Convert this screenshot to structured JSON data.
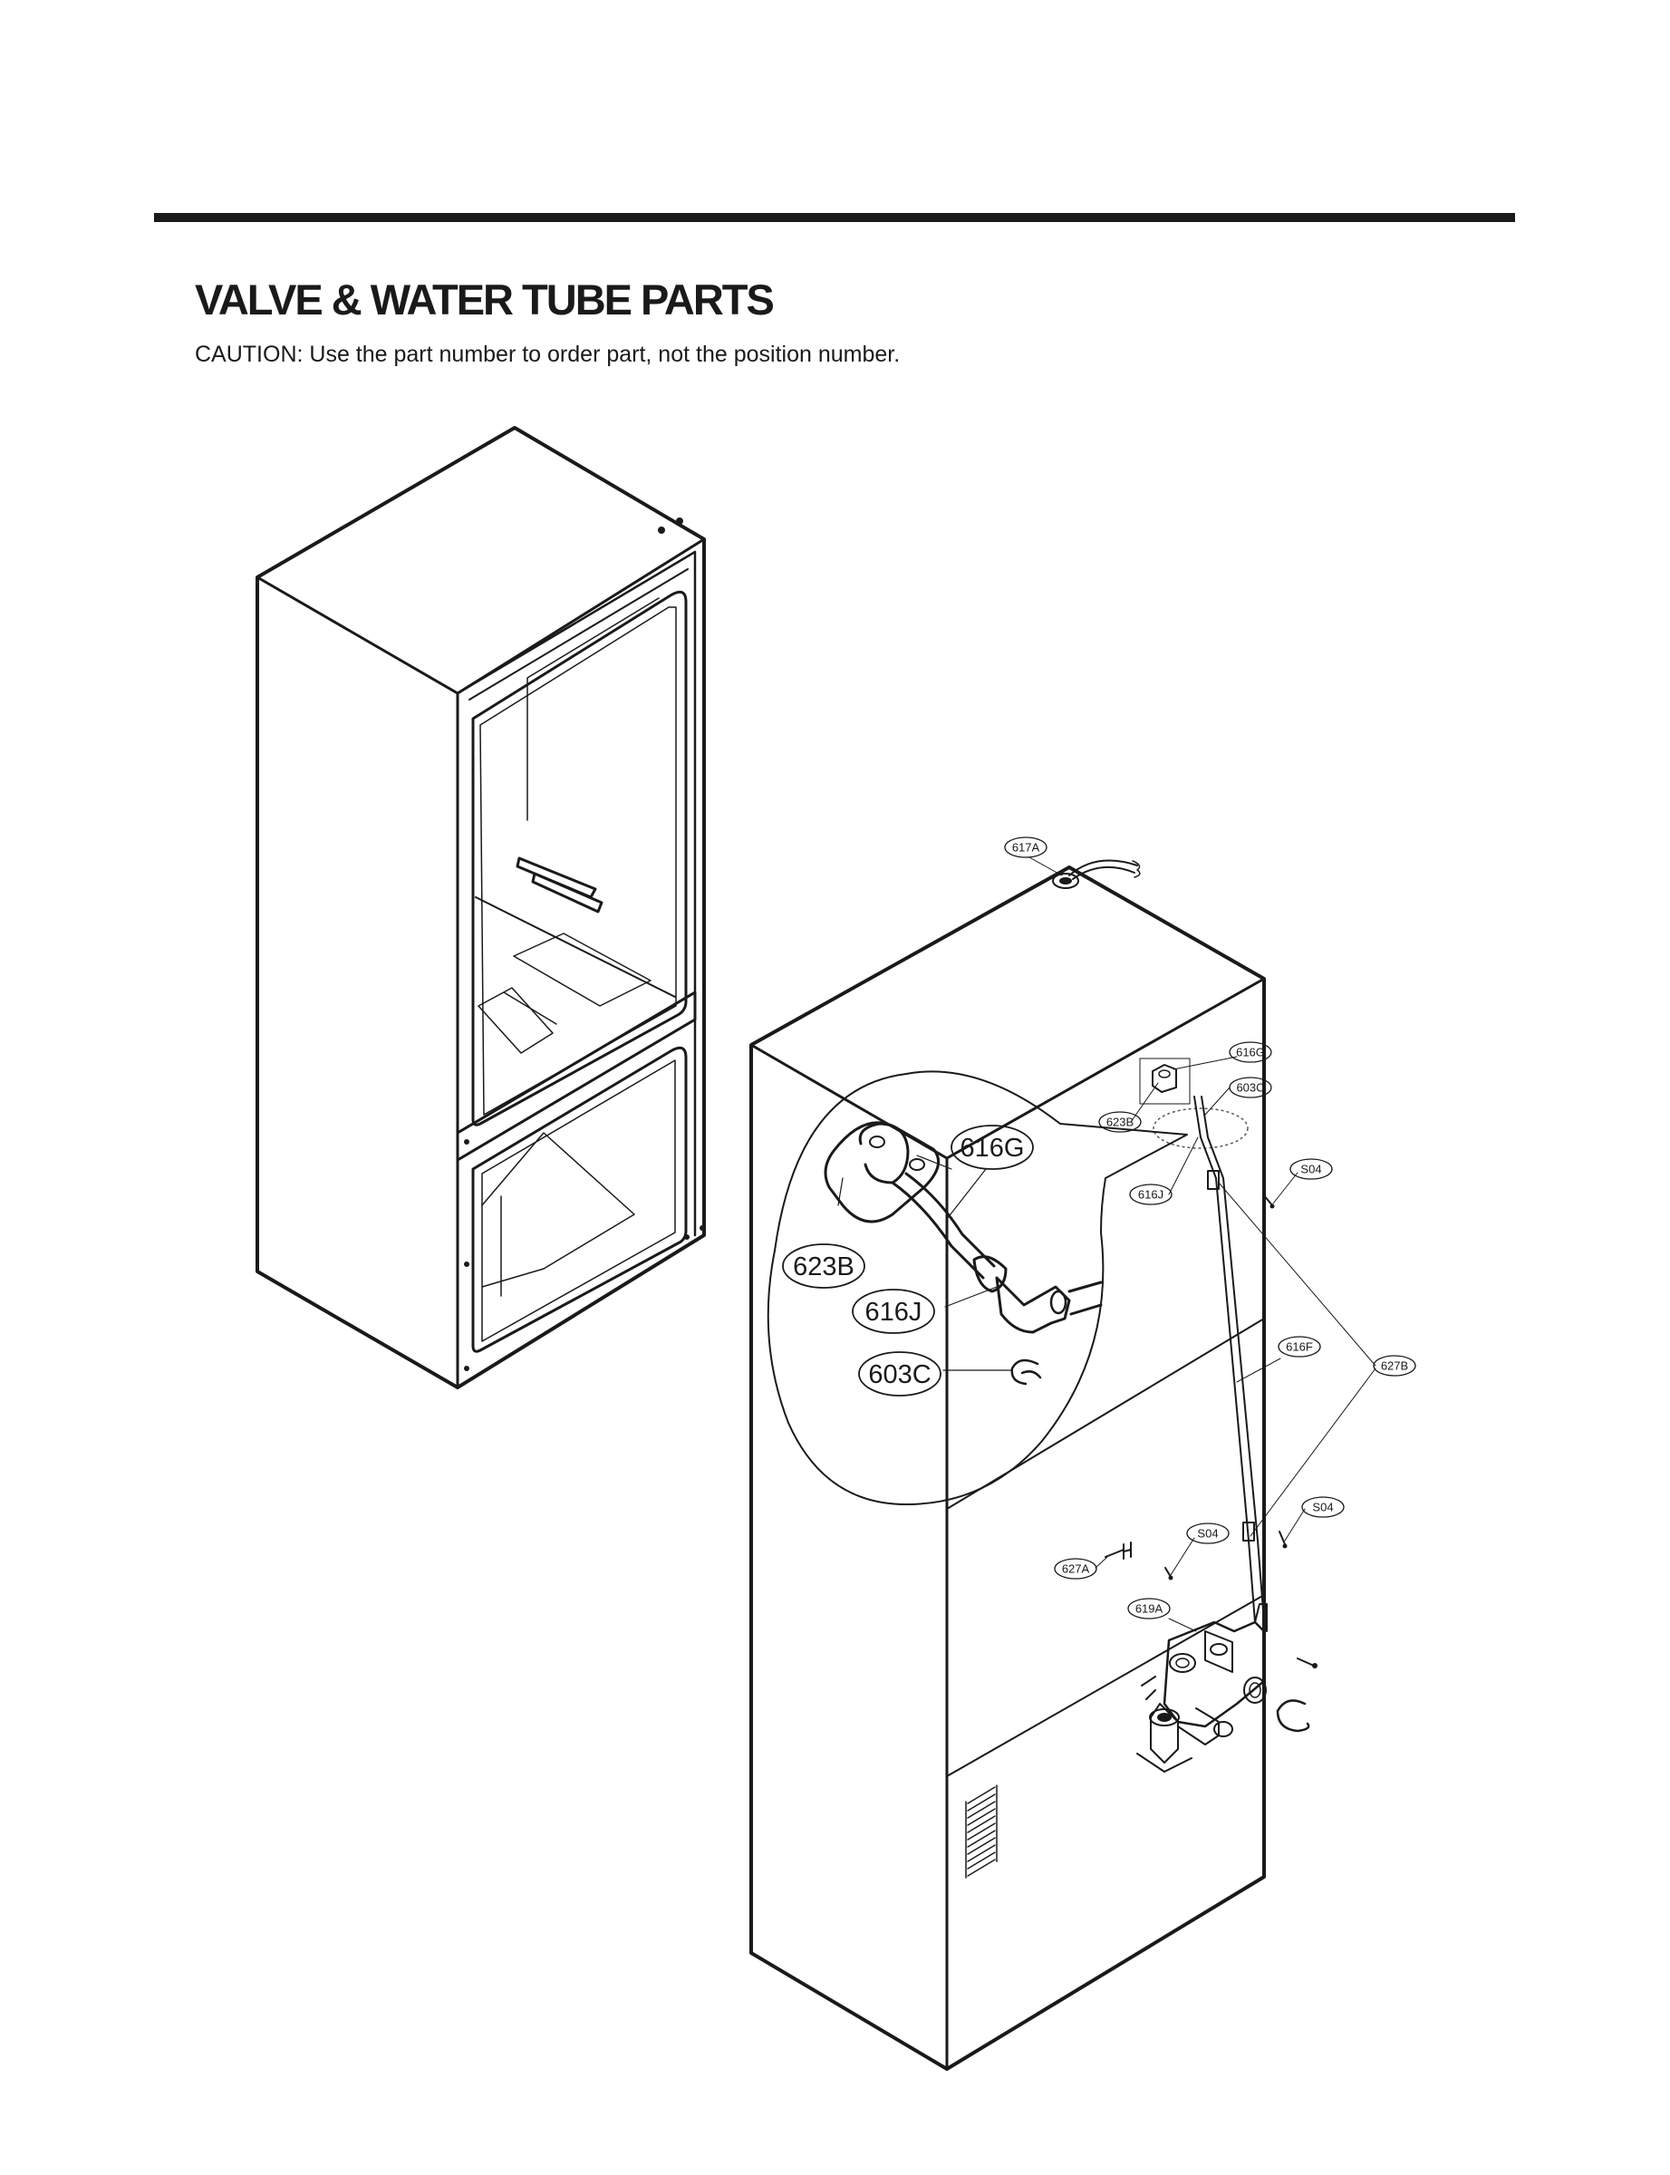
{
  "header": {
    "title": "VALVE & WATER TUBE PARTS",
    "caution": "CAUTION: Use the part number to order part, not the position number."
  },
  "callouts": {
    "p617A": "617A",
    "p616G": "616G",
    "p603C": "603C",
    "p623B": "623B",
    "pS04a": "S04",
    "p616J": "616J",
    "p616F": "616F",
    "p627B": "627B",
    "pS04b": "S04",
    "pS04c": "S04",
    "p627A": "627A",
    "p619A": "619A"
  },
  "detail_callouts": {
    "p616G": "616G",
    "p623B": "623B",
    "p616J": "616J",
    "p603C": "603C"
  }
}
